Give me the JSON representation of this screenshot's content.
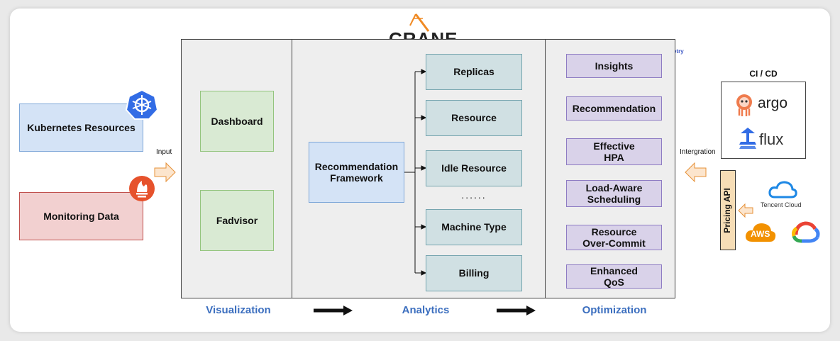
{
  "logo": {
    "text": "CRANE"
  },
  "opentelemetry_logo": {
    "text": "OpenTelemetry"
  },
  "inputs": {
    "kubernetes": "Kubernetes Resources",
    "monitoring": "Monitoring Data",
    "input_label": "Input"
  },
  "visualization": {
    "items": [
      "Dashboard",
      "Fadvisor"
    ],
    "label": "Visualization"
  },
  "analytics": {
    "framework": "Recommendation\nFramework",
    "items": [
      "Replicas",
      "Resource",
      "Idle Resource",
      "......",
      "Machine Type",
      "Billing"
    ],
    "label": "Analytics"
  },
  "optimization": {
    "items": [
      "Insights",
      "Recommendation",
      "Effective\nHPA",
      "Load-Aware\nScheduling",
      "Resource\nOver-Commit",
      "Enhanced\nQoS"
    ],
    "label": "Optimization"
  },
  "integration": {
    "label": "Intergration",
    "cicd_title": "CI / CD",
    "argo": "argo",
    "flux": "flux",
    "pricing_api": "Pricing API",
    "tencent": "Tencent Cloud",
    "aws": "AWS"
  },
  "colors": {
    "accent": "#3c6fbf",
    "k8s": "#326ce5",
    "prometheus": "#e6522c",
    "crane_orange": "#f08a24"
  }
}
